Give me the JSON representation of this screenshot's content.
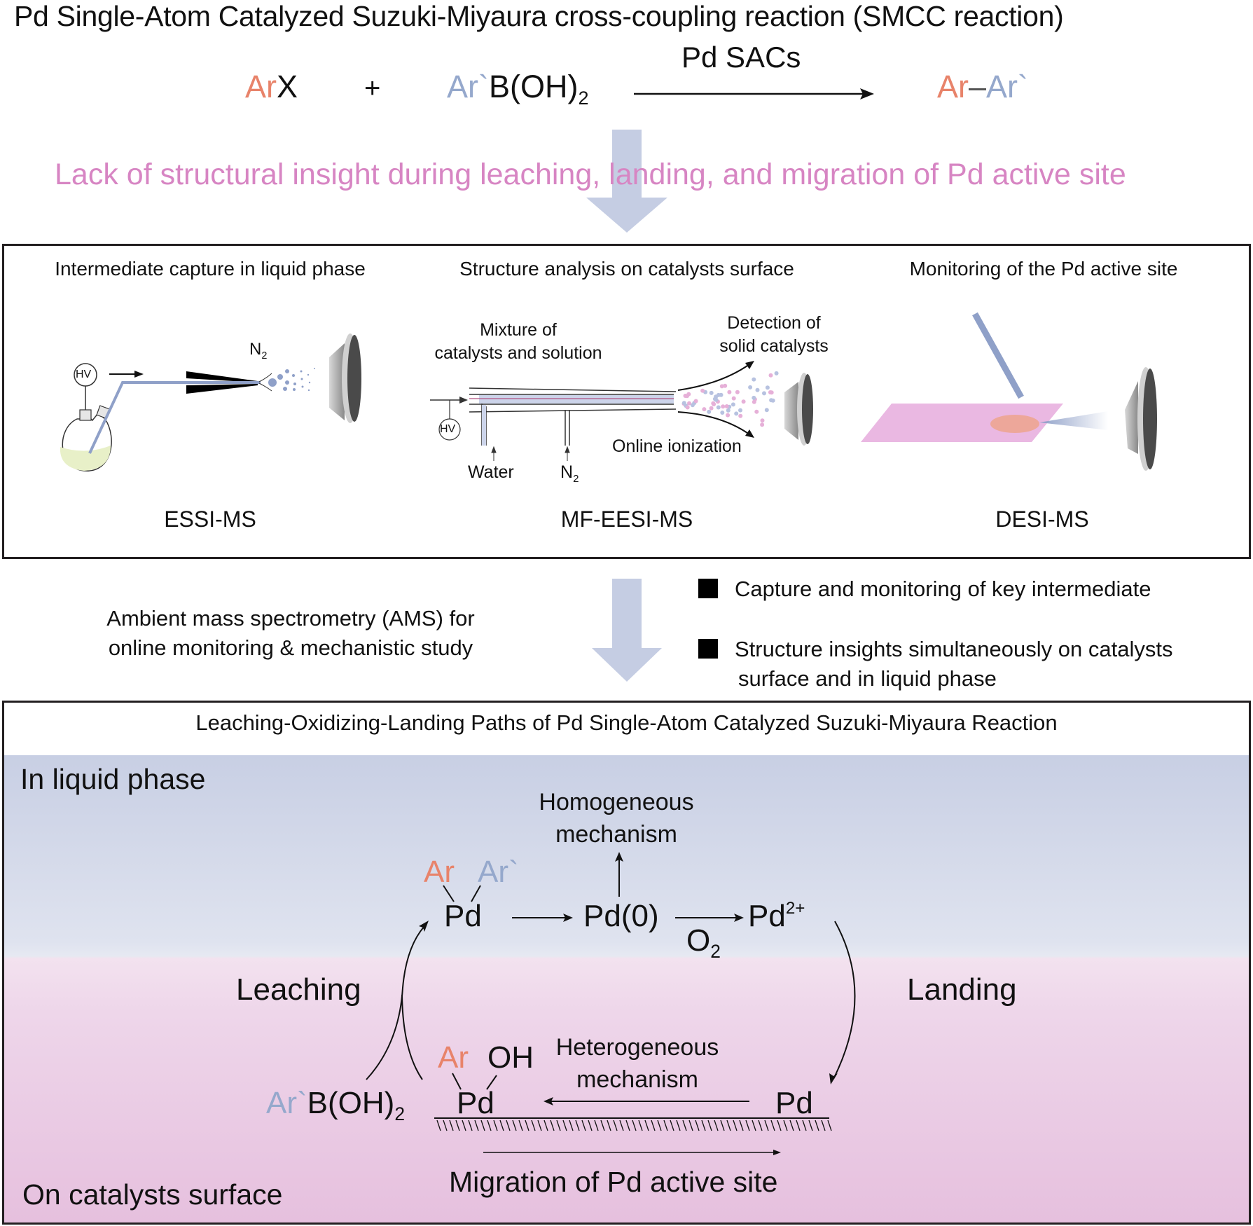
{
  "header": {
    "title": "Pd Single-Atom Catalyzed Suzuki-Miyaura cross-coupling reaction (SMCC reaction)",
    "reaction": {
      "reactant1_ar": "Ar",
      "reactant1_x": "X",
      "plus": "+",
      "reactant2_ar": "Ar`",
      "reactant2_rest": "B(OH)",
      "reactant2_sub": "2",
      "catalyst": "Pd SACs",
      "product_ar": "Ar",
      "product_bond": "–",
      "product_arp": "Ar`"
    },
    "problem_statement": "Lack of structural insight during leaching, landing, and migration of Pd active site"
  },
  "methods_panel": {
    "columns": [
      {
        "heading": "Intermediate capture in liquid phase",
        "technique": "ESSI-MS",
        "labels": {
          "hv": "HV",
          "gas": "N",
          "gas_sub": "2"
        }
      },
      {
        "heading": "Structure analysis on catalysts surface",
        "technique": "MF-EESI-MS",
        "labels": {
          "mixture_1": "Mixture of",
          "mixture_2": "catalysts and solution",
          "detection_1": "Detection of",
          "detection_2": "solid catalysts",
          "online": "Online ionization",
          "hv": "HV",
          "water": "Water",
          "gas": "N",
          "gas_sub": "2"
        }
      },
      {
        "heading": "Monitoring of the Pd active site",
        "technique": "DESI-MS"
      }
    ]
  },
  "summary": {
    "ams_line1": "Ambient mass spectrometry (AMS) for",
    "ams_line2": "online monitoring & mechanistic study",
    "bullets": [
      {
        "text": "Capture and monitoring of key intermediate"
      },
      {
        "line1": "Structure insights simultaneously on catalysts",
        "line2": "surface and in liquid phase"
      }
    ]
  },
  "mechanism_panel": {
    "title": "Leaching-Oxidizing-Landing Paths of Pd Single-Atom Catalyzed Suzuki-Miyaura Reaction",
    "liquid_label": "In liquid phase",
    "surface_label": "On catalysts surface",
    "homogeneous_1": "Homogeneous",
    "homogeneous_2": "mechanism",
    "complex_ar": "Ar",
    "complex_arp": "Ar`",
    "pd": "Pd",
    "pd0": "Pd(0)",
    "pd2_base": "Pd",
    "pd2_charge": "2+",
    "o2_base": "O",
    "o2_sub": "2",
    "leaching": "Leaching",
    "landing": "Landing",
    "heterogeneous_1": "Heterogeneous",
    "heterogeneous_2": "mechanism",
    "surface_ar": "Ar",
    "surface_oh": "OH",
    "surface_pd": "Pd",
    "surface_pd_right": "Pd",
    "boronic_ar": "Ar`",
    "boronic_rest": "B(OH)",
    "boronic_sub": "2",
    "migration": "Migration of Pd active site"
  },
  "colors": {
    "ar_orange": "#e8836a",
    "arp_blue": "#95a8cc",
    "problem_pink": "#d785c3",
    "arrow_fill": "#c5cde3",
    "liquid_bg": "#c8cfe4",
    "surface_bg": "#e6c0de"
  }
}
